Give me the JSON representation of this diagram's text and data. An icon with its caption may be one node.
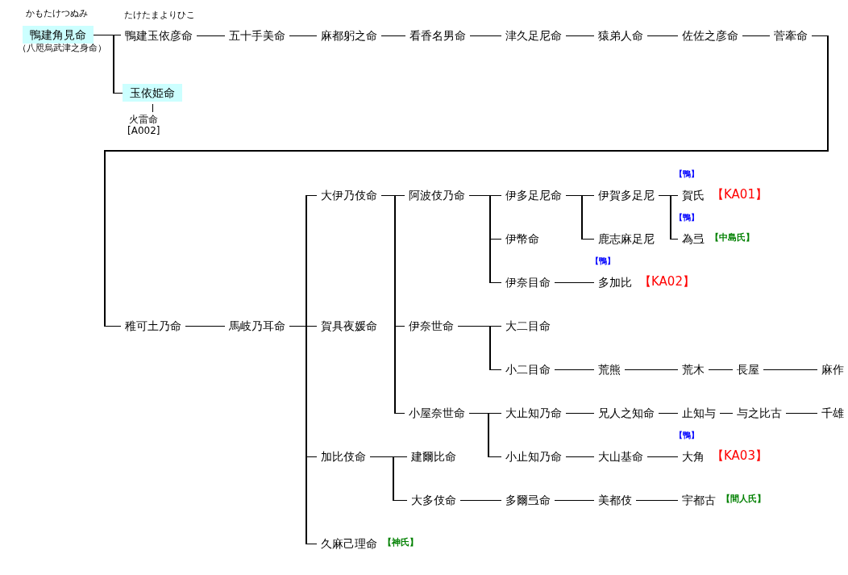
{
  "diagram": {
    "nodes": [
      {
        "text": [
          "鴨建角見命"
        ],
        "beside": [
          "かもたけつぬみ",
          "（八咫烏武津之身命）"
        ]
      },
      {
        "text": [
          "鴨建玉依彦命"
        ],
        "beside": [
          "たけたまよりひこ"
        ]
      },
      {
        "text": [
          "五十手美命"
        ]
      },
      {
        "text": [
          "麻都躬之命"
        ]
      },
      {
        "text": [
          "看香名男命"
        ]
      },
      {
        "text": [
          "津久足尼命"
        ]
      },
      {
        "text": [
          "猿弟人命"
        ]
      },
      {
        "text": [
          "佐佐之彦命"
        ]
      },
      {
        "text": [
          "菅牽命"
        ]
      },
      {
        "text": [
          "玉依姫命"
        ]
      },
      {
        "text": [
          "火雷命",
          "[A002]"
        ]
      },
      {
        "text": [
          "稚可土乃命"
        ]
      },
      {
        "text": [
          "馬岐乃耳命"
        ]
      },
      {
        "text": [
          "大伊乃伎命"
        ]
      },
      {
        "text": [
          "賀具夜媛命"
        ]
      },
      {
        "text": [
          "加比伎命"
        ]
      },
      {
        "text": [
          "久麻己理命"
        ],
        "beside": [
          "【神氏】"
        ]
      },
      {
        "text": [
          "阿波伎乃命"
        ]
      },
      {
        "text": [
          "伊奈世命"
        ]
      },
      {
        "text": [
          "小屋奈世命"
        ]
      },
      {
        "text": [
          "伊多足尼命"
        ]
      },
      {
        "text": [
          "伊幣命"
        ]
      },
      {
        "text": [
          "伊奈目命"
        ]
      },
      {
        "text": [
          "伊賀多足尼"
        ]
      },
      {
        "text": [
          "鹿志麻足尼"
        ]
      },
      {
        "text": [
          "賀氏"
        ],
        "beside": [
          "【鴨】",
          "【KA01】"
        ]
      },
      {
        "text": [
          "為弖"
        ],
        "beside": [
          "【鴨】",
          "【中島氏】"
        ]
      },
      {
        "text": [
          "多加比"
        ],
        "beside": [
          "【鴨】",
          "【KA02】"
        ]
      },
      {
        "text": [
          "大二目命"
        ]
      },
      {
        "text": [
          "小二目命"
        ]
      },
      {
        "text": [
          "荒熊"
        ]
      },
      {
        "text": [
          "荒木"
        ]
      },
      {
        "text": [
          "長屋"
        ]
      },
      {
        "text": [
          "麻作"
        ]
      },
      {
        "text": [
          "大止知乃命"
        ]
      },
      {
        "text": [
          "兄人之知命"
        ]
      },
      {
        "text": [
          "止知与"
        ]
      },
      {
        "text": [
          "与之比古"
        ]
      },
      {
        "text": [
          "千雄"
        ]
      },
      {
        "text": [
          "小止知乃命"
        ]
      },
      {
        "text": [
          "大山基命"
        ]
      },
      {
        "text": [
          "大角"
        ],
        "beside": [
          "【鴨】",
          "【KA03】"
        ]
      },
      {
        "text": [
          "建爾比命"
        ]
      },
      {
        "text": [
          "大多伎命"
        ]
      },
      {
        "text": [
          "多爾弖命"
        ]
      },
      {
        "text": [
          "美都伎"
        ]
      },
      {
        "text": [
          "宇都古"
        ],
        "beside": [
          "【間人氏】"
        ]
      }
    ],
    "edges": [
      {
        "from": 0,
        "to": 1,
        "arrow": "none"
      },
      {
        "from": 0,
        "to": 9,
        "arrow": "none"
      },
      {
        "from": 1,
        "to": 2,
        "arrow": "none"
      },
      {
        "from": 2,
        "to": 3,
        "arrow": "none"
      },
      {
        "from": 3,
        "to": 4,
        "arrow": "none"
      },
      {
        "from": 4,
        "to": 5,
        "arrow": "none"
      },
      {
        "from": 5,
        "to": 6,
        "arrow": "none"
      },
      {
        "from": 6,
        "to": 7,
        "arrow": "none"
      },
      {
        "from": 7,
        "to": 8,
        "arrow": "none"
      },
      {
        "from": 8,
        "to": 11,
        "arrow": "none"
      },
      {
        "from": 9,
        "to": 10,
        "arrow": "none"
      },
      {
        "from": 11,
        "to": 12,
        "arrow": "none"
      },
      {
        "from": 12,
        "to": 13,
        "arrow": "none"
      },
      {
        "from": 12,
        "to": 14,
        "arrow": "none"
      },
      {
        "from": 12,
        "to": 15,
        "arrow": "none"
      },
      {
        "from": 12,
        "to": 16,
        "arrow": "none"
      },
      {
        "from": 13,
        "to": 17,
        "arrow": "none"
      },
      {
        "from": 13,
        "to": 18,
        "arrow": "none"
      },
      {
        "from": 13,
        "to": 19,
        "arrow": "none"
      },
      {
        "from": 17,
        "to": 20,
        "arrow": "none"
      },
      {
        "from": 17,
        "to": 21,
        "arrow": "none"
      },
      {
        "from": 17,
        "to": 22,
        "arrow": "none"
      },
      {
        "from": 20,
        "to": 23,
        "arrow": "none"
      },
      {
        "from": 20,
        "to": 24,
        "arrow": "none"
      },
      {
        "from": 23,
        "to": 25,
        "arrow": "none"
      },
      {
        "from": 23,
        "to": 26,
        "arrow": "none"
      },
      {
        "from": 22,
        "to": 27,
        "arrow": "none"
      },
      {
        "from": 18,
        "to": 28,
        "arrow": "none"
      },
      {
        "from": 18,
        "to": 29,
        "arrow": "none"
      },
      {
        "from": 29,
        "to": 30,
        "arrow": "none"
      },
      {
        "from": 30,
        "to": 31,
        "arrow": "none"
      },
      {
        "from": 31,
        "to": 32,
        "arrow": "none"
      },
      {
        "from": 32,
        "to": 33,
        "arrow": "none"
      },
      {
        "from": 19,
        "to": 34,
        "arrow": "none"
      },
      {
        "from": 19,
        "to": 39,
        "arrow": "none"
      },
      {
        "from": 34,
        "to": 35,
        "arrow": "none"
      },
      {
        "from": 35,
        "to": 36,
        "arrow": "none"
      },
      {
        "from": 36,
        "to": 37,
        "arrow": "none"
      },
      {
        "from": 37,
        "to": 38,
        "arrow": "none"
      },
      {
        "from": 39,
        "to": 40,
        "arrow": "none"
      },
      {
        "from": 40,
        "to": 41,
        "arrow": "none"
      },
      {
        "from": 15,
        "to": 42,
        "arrow": "none"
      },
      {
        "from": 15,
        "to": 43,
        "arrow": "none"
      },
      {
        "from": 43,
        "to": 44,
        "arrow": "none"
      },
      {
        "from": 44,
        "to": 45,
        "arrow": "none"
      },
      {
        "from": 45,
        "to": 46,
        "arrow": "none"
      }
    ]
  }
}
